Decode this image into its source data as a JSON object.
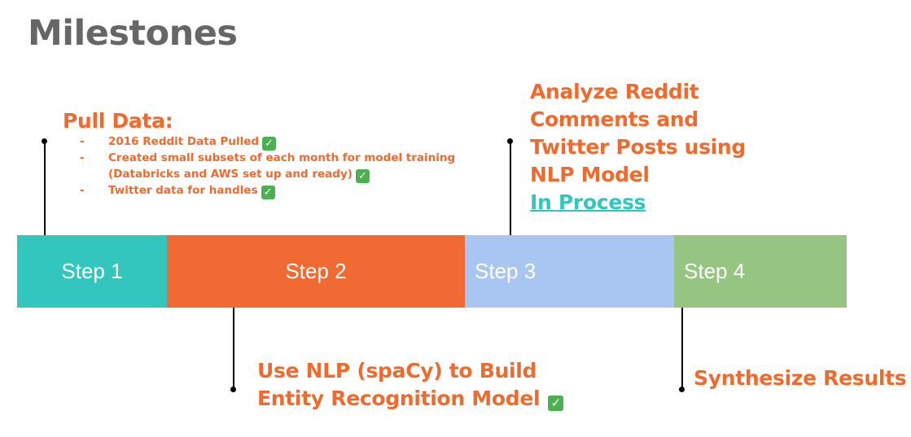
{
  "title": "Milestones",
  "steps": [
    {
      "label": "Step 1",
      "color": "#33c6bf"
    },
    {
      "label": "Step 2",
      "color": "#f26a33"
    },
    {
      "label": "Step 3",
      "color": "#a9c5f2"
    },
    {
      "label": "Step 4",
      "color": "#96c583"
    }
  ],
  "step1_note": {
    "heading": "Pull Data:",
    "items": [
      "2016 Reddit Data Pulled",
      "Created small subsets of each month for model training",
      "(Databricks and AWS set up and ready)",
      "Twitter data for handles"
    ],
    "bullet": "-"
  },
  "step2_note": {
    "line1": "Use NLP (spaCy) to Build",
    "line2": "Entity Recognition Model"
  },
  "step3_note": {
    "lines": [
      "Analyze Reddit",
      "Comments and",
      "Twitter Posts using",
      "NLP Model"
    ],
    "status": "In Process"
  },
  "step4_note": {
    "text": "Synthesize Results"
  },
  "check_glyph": "✓",
  "accent_color": "#ee6a2d",
  "status_color": "#33c6bf"
}
